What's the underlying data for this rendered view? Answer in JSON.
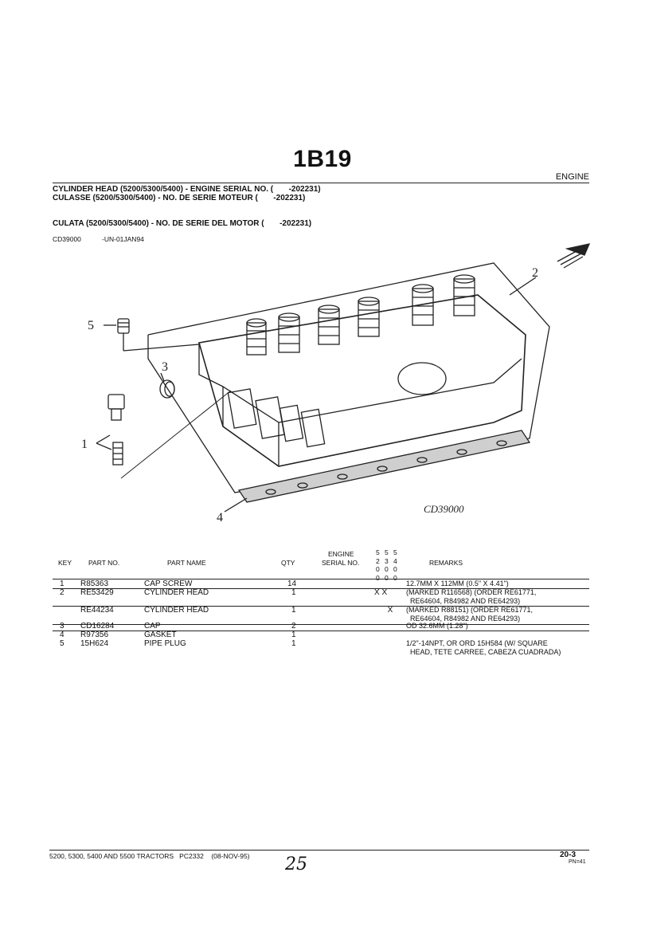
{
  "page": {
    "title": "1B19",
    "section": "ENGINE",
    "header_en": "CYLINDER HEAD (5200/5300/5400) - ENGINE SERIAL NO. (       -202231)",
    "header_fr": "CULASSE (5200/5300/5400) - NO. DE SERIE MOTEUR (       -202231)",
    "header_es": "CULATA (5200/5300/5400) - NO. DE SERIE DEL MOTOR (       -202231)",
    "illustration_ref": "CD39000",
    "illustration_date": "-UN-01JAN94",
    "illustration_caption": "CD39000"
  },
  "callouts": [
    "1",
    "2",
    "3",
    "4",
    "5"
  ],
  "table": {
    "headers": {
      "key": "KEY",
      "part_no": "PART NO.",
      "part_name": "PART NAME",
      "qty": "QTY",
      "engine": "ENGINE",
      "serial_no": "SERIAL NO.",
      "remarks": "REMARKS"
    },
    "serial_cols": [
      [
        "5",
        "2",
        "0",
        "0"
      ],
      [
        "5",
        "3",
        "0",
        "0"
      ],
      [
        "5",
        "4",
        "0",
        "0"
      ]
    ],
    "rows": [
      {
        "key": "1",
        "part_no": "R85363",
        "name": "CAP SCREW",
        "qty": "14",
        "marks": "",
        "remarks": "12.7MM X 112MM (0.5\" X 4.41\")"
      },
      {
        "key": "2",
        "part_no": "RE53429",
        "name": "CYLINDER HEAD",
        "qty": "1",
        "marks": "X X",
        "remarks": "(MARKED R116568) (ORDER RE61771,\n  RE64604, R84982 AND RE64293)"
      },
      {
        "key": "",
        "part_no": "RE44234",
        "name": "CYLINDER HEAD",
        "qty": "1",
        "marks": "      X",
        "remarks": "(MARKED R88151) (ORDER RE61771,\n  RE64604, R84982 AND RE64293)"
      },
      {
        "key": "3",
        "part_no": "CD16284",
        "name": "CAP",
        "qty": "2",
        "marks": "",
        "remarks": "OD 32.6MM (1.28\")"
      },
      {
        "key": "4",
        "part_no": "R97356",
        "name": "GASKET",
        "qty": "1",
        "marks": "",
        "remarks": ""
      },
      {
        "key": "5",
        "part_no": "15H624",
        "name": "PIPE PLUG",
        "qty": "1",
        "marks": "",
        "remarks": "1/2\"-14NPT, OR ORD 15H584 (W/ SQUARE\n  HEAD, TETE CARREE, CABEZA CUADRADA)"
      }
    ]
  },
  "footer": {
    "models": "5200, 5300, 5400 AND 5500 TRACTORS   PC2332    (08-NOV-95)",
    "page_number": "20-3",
    "pn": "PN=41",
    "handwritten": "25"
  }
}
